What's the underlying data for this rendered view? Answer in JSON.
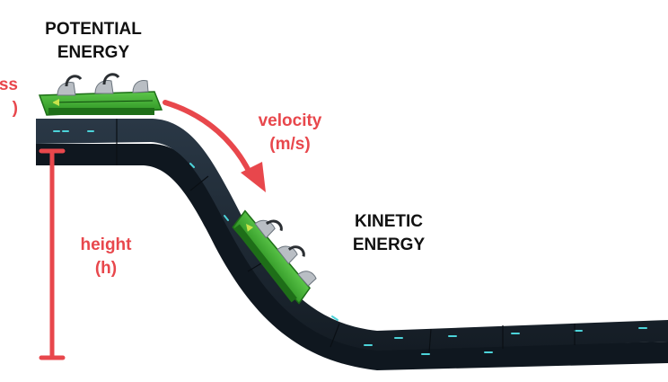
{
  "labels": {
    "potential_energy": {
      "line1": "POTENTIAL",
      "line2": "ENERGY"
    },
    "kinetic_energy": {
      "line1": "KINETIC",
      "line2": "ENERGY"
    },
    "velocity": {
      "line1": "velocity",
      "line2": "(m/s)"
    },
    "height": {
      "line1": "height",
      "line2": "(h)"
    },
    "mass_partial": {
      "line1": "ss",
      "line2": ")"
    }
  },
  "colors": {
    "accent_red": "#e8474c",
    "text_dark": "#111111",
    "track_dark": "#1c2733",
    "track_edge": "#3a4a5c",
    "track_light_trim": "#4cd3d9",
    "cart_green": "#36a82a",
    "cart_dark_green": "#1e6e18",
    "cart_grey": "#b9bec4"
  },
  "icons": {
    "track": "roller-coaster-track",
    "cart_top": "roller-coaster-cart",
    "cart_slope": "roller-coaster-cart",
    "velocity_arrow": "curved-arrow",
    "height_marker": "height-measure-bar"
  }
}
